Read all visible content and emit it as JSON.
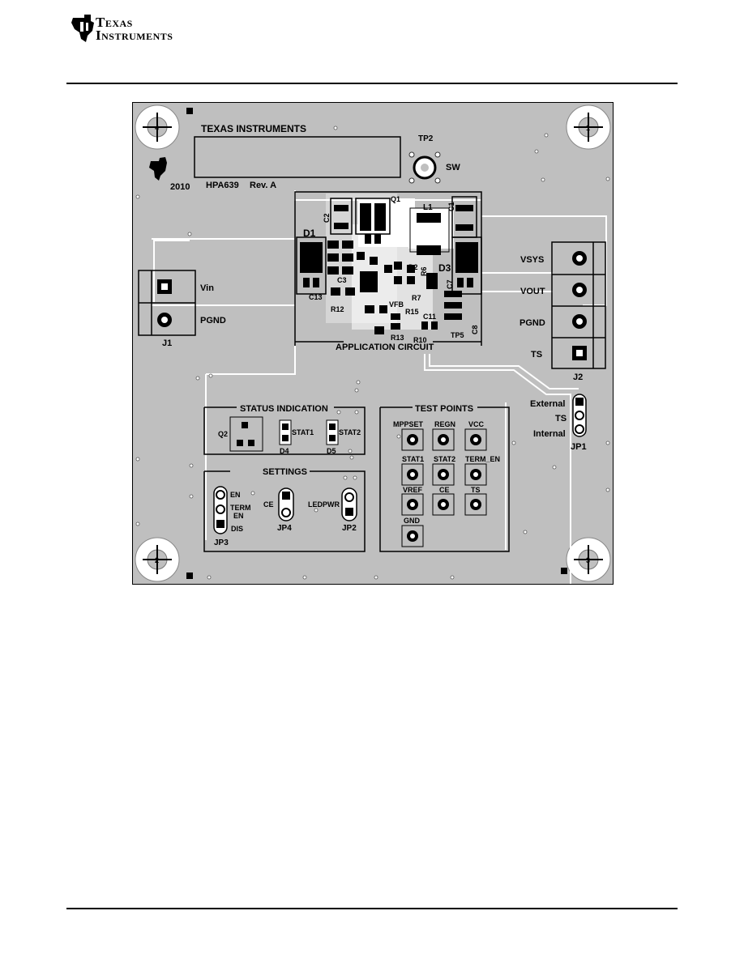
{
  "header": {
    "brand_line1": "Texas",
    "brand_line2": "Instruments",
    "logo_icon": "ti-logo-icon"
  },
  "board": {
    "company": "TEXAS INSTRUMENTS",
    "year": "2010",
    "part": "HPA639",
    "rev": "Rev. A",
    "labels": {
      "tp2": "TP2",
      "sw": "SW",
      "l1": "L1",
      "c1": "C1",
      "c2": "C2",
      "q1": "Q1",
      "d1": "D1",
      "d3": "D3",
      "c13": "C13",
      "c3": "C3",
      "r12": "R12",
      "r15": "R15",
      "r10": "R10",
      "r13": "R13",
      "c11": "C11",
      "tp5": "TP5",
      "c8": "C8",
      "c7": "C7",
      "vfb": "VFB",
      "r7": "R7",
      "r6": "R6",
      "d2": "D2",
      "application_circuit": "APPLICATION CIRCUIT",
      "vin": "Vin",
      "pgnd_left": "PGND",
      "j1": "J1",
      "vsys": "VSYS",
      "vout": "VOUT",
      "pgnd_right": "PGND",
      "ts_right": "TS",
      "j2": "J2",
      "external": "External",
      "ts_jp1": "TS",
      "internal": "Internal",
      "jp1": "JP1",
      "status_indication": "STATUS INDICATION",
      "q2": "Q2",
      "stat1_led": "STAT1",
      "stat2_led": "STAT2",
      "d4": "D4",
      "d5": "D5",
      "settings": "SETTINGS",
      "en": "EN",
      "term_en_a": "TERM",
      "term_en_b": "EN",
      "dis": "DIS",
      "jp3": "JP3",
      "ce_jp4": "CE",
      "jp4": "JP4",
      "ledpwr": "LEDPWR",
      "jp2": "JP2",
      "test_points": "TEST POINTS",
      "mppset": "MPPSET",
      "regn": "REGN",
      "vcc": "VCC",
      "stat1_tp": "STAT1",
      "stat2_tp": "STAT2",
      "term_en_tp": "TERM_EN",
      "vref": "VREF",
      "ce_tp": "CE",
      "ts_tp": "TS",
      "gnd": "GND",
      "hole1": "1",
      "hole2": "2",
      "hole3": "3",
      "hole4": "4"
    }
  }
}
